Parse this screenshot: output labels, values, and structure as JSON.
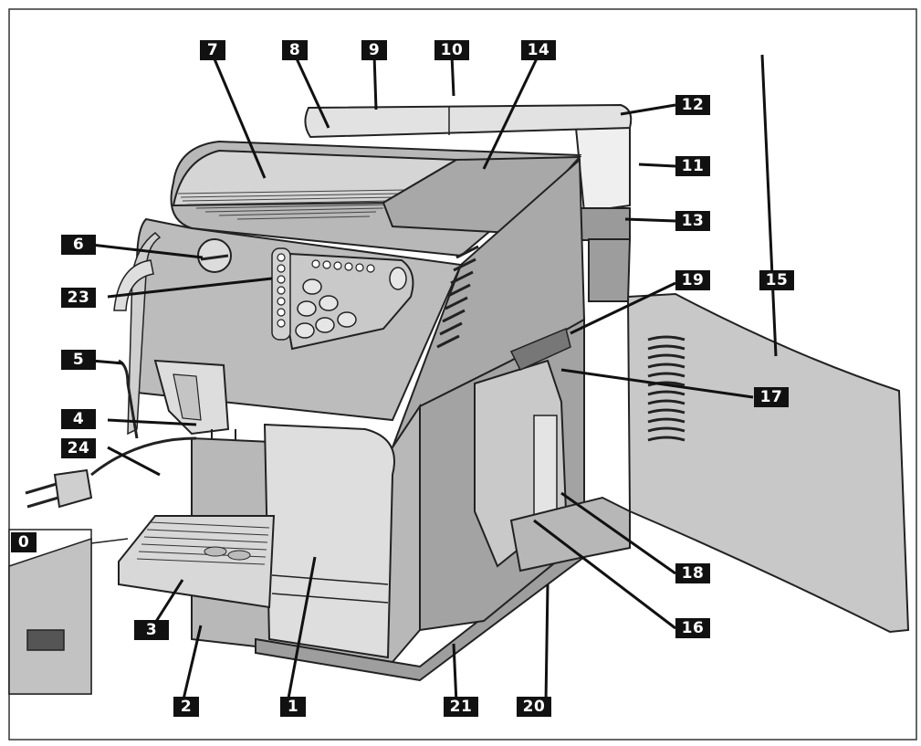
{
  "callouts": [
    {
      "id": "0",
      "text": "0"
    },
    {
      "id": "1",
      "text": "1"
    },
    {
      "id": "2",
      "text": "2"
    },
    {
      "id": "3",
      "text": "3"
    },
    {
      "id": "4",
      "text": "4"
    },
    {
      "id": "5",
      "text": "5"
    },
    {
      "id": "6",
      "text": "6"
    },
    {
      "id": "7",
      "text": "7"
    },
    {
      "id": "8",
      "text": "8"
    },
    {
      "id": "9",
      "text": "9"
    },
    {
      "id": "10",
      "text": "10"
    },
    {
      "id": "11",
      "text": "11"
    },
    {
      "id": "12",
      "text": "12"
    },
    {
      "id": "13",
      "text": "13"
    },
    {
      "id": "14",
      "text": "14"
    },
    {
      "id": "15",
      "text": "15"
    },
    {
      "id": "16",
      "text": "16"
    },
    {
      "id": "17",
      "text": "17"
    },
    {
      "id": "18",
      "text": "18"
    },
    {
      "id": "19",
      "text": "19"
    },
    {
      "id": "20",
      "text": "20"
    },
    {
      "id": "21",
      "text": "21"
    },
    {
      "id": "23",
      "text": "23"
    },
    {
      "id": "24",
      "text": "24"
    }
  ]
}
